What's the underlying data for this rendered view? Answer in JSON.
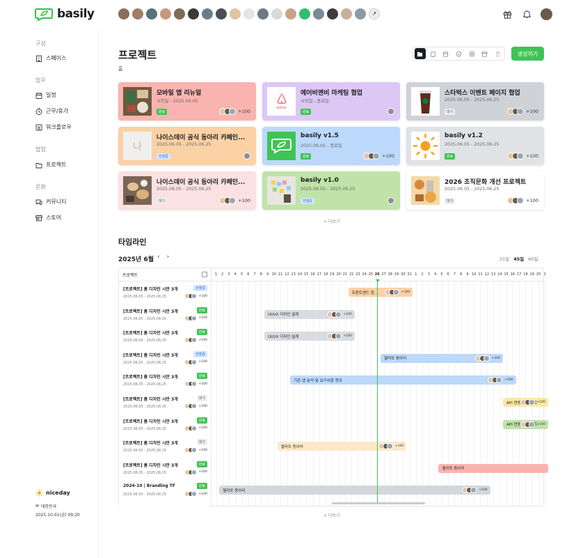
{
  "app": {
    "name": "basily",
    "brand_color": "#3ec455"
  },
  "header": {
    "avatar_colors": [
      "#8a6e5b",
      "#a07d6a",
      "#5b6f7d",
      "#c49a7e",
      "#7c6c5a",
      "#3a3a3a",
      "#6b7d8c",
      "#4a4f56",
      "#e0c5a5",
      "#e5e5e5",
      "#6c7a86",
      "#d9d9d9",
      "#c8a38a",
      "#2fbf71",
      "#7a8a96",
      "#3d3d3d",
      "#c8b09a",
      "#8b9aa6",
      "#eeeeee"
    ],
    "icons": [
      "gift-icon",
      "bell-icon",
      "user-avatar"
    ]
  },
  "sidebar": {
    "sections": [
      {
        "label": "구성",
        "items": [
          {
            "label": "스페이스",
            "icon": "building-icon"
          }
        ]
      },
      {
        "label": "업무",
        "items": [
          {
            "label": "일정",
            "icon": "calendar-icon"
          },
          {
            "label": "근무/휴가",
            "icon": "clock-icon"
          },
          {
            "label": "워크플로우",
            "icon": "workflow-icon"
          }
        ]
      },
      {
        "label": "협업",
        "items": [
          {
            "label": "프로젝트",
            "icon": "folder-icon"
          }
        ]
      },
      {
        "label": "문화",
        "items": [
          {
            "label": "커뮤니티",
            "icon": "chat-icon"
          },
          {
            "label": "스토어",
            "icon": "store-icon"
          }
        ]
      }
    ],
    "footer": {
      "workspace": "niceday",
      "country": "대한민국",
      "datetime": "2025.10.01(금) 09:20"
    }
  },
  "page": {
    "title": "프로젝트",
    "breadcrumb": "홈",
    "create_label": "생성하기",
    "more_label": "+ 더보기"
  },
  "cards": [
    {
      "title": "모바일 앱 리뉴얼",
      "date": "시작일 - 2025.06.05",
      "status": "완료",
      "count": "+100",
      "bg": "#f9b4b0",
      "thumb": "food"
    },
    {
      "title": "에어비앤비 마케팅 협업",
      "date": "시작일 - 종료일",
      "status": "완료",
      "count": "",
      "bg": "#dcc7f5",
      "thumb": "airbnb"
    },
    {
      "title": "스타벅스 이벤트 페이지 협업",
      "date": "2025.06.05 - 2025.06.25",
      "status": "대기",
      "count": "+100",
      "bg": "#cfd3d8",
      "thumb": "coffee"
    },
    {
      "title": "나이스데이 공식 동아리 카페인...",
      "date": "2025.06.05 - 2025.06.25",
      "status": "진행중",
      "count": "",
      "bg": "#fbd1a6",
      "thumb": "letter",
      "letter": "나"
    },
    {
      "title": "basily v1.5",
      "date": "2025.06.05 - 종료일",
      "status": "완료",
      "count": "+100",
      "bg": "#bcd9fb",
      "thumb": "logo"
    },
    {
      "title": "basily v1.2",
      "date": "2025.06.05 - 2025.06.25",
      "status": "완료",
      "count": "+100",
      "bg": "#e0e2e5",
      "thumb": "sun"
    },
    {
      "title": "나이스데이 공식 동아리 카페인...",
      "date": "2025.06.05 - 2025.06.25",
      "status": "대기",
      "count": "+100",
      "bg": "#fbe1e1",
      "thumb": "pastry"
    },
    {
      "title": "basily v1.0",
      "date": "2025.06.05 - 2025.06.25",
      "status": "진행중",
      "count": "",
      "bg": "#bfe3a8",
      "thumb": "notes"
    },
    {
      "title": "2026 조직문화 개선 프로젝트",
      "date": "2025.06.05 - 2025.06.25",
      "status": "대기",
      "count": "+100",
      "bg": "#ffffff",
      "thumb": "drinks"
    }
  ],
  "timeline": {
    "title": "타임라인",
    "month": "2025년 6월",
    "prev": "‹",
    "next": "›",
    "ranges": [
      "31일",
      "45일",
      "60일"
    ],
    "active_range": "45일",
    "column_header": "프로젝트",
    "days": [
      "1",
      "2",
      "3",
      "4",
      "5",
      "6",
      "7",
      "8",
      "9",
      "10",
      "11",
      "12",
      "13",
      "14",
      "15",
      "16",
      "17",
      "18",
      "19",
      "20",
      "21",
      "22",
      "23",
      "24",
      "25",
      "26",
      "27",
      "28",
      "29",
      "30",
      "31",
      "1",
      "2",
      "3",
      "4",
      "5",
      "6",
      "7",
      "8",
      "9",
      "10",
      "11",
      "12",
      "13",
      "14",
      "15",
      "16",
      "17",
      "18",
      "19",
      "20",
      "2"
    ],
    "today": "26",
    "rows": [
      {
        "name": "[프로젝트] 홈 디자인 시안 3개",
        "date": "2025.06.05 - 2025.06.25",
        "status": "진행중",
        "count": "+100"
      },
      {
        "name": "[프로젝트] 홈 디자인 시안 3개",
        "date": "2025.06.05 - 2025.06.25",
        "status": "완료",
        "count": "+100"
      },
      {
        "name": "[프로젝트] 홈 디자인 시안 3개",
        "date": "2025.06.05 - 2025.06.25",
        "status": "완료",
        "count": "+100"
      },
      {
        "name": "[프로젝트] 홈 디자인 시안 3개",
        "date": "2025.06.05 - 2025.06.25",
        "status": "진행중",
        "count": "+100"
      },
      {
        "name": "[프로젝트] 홈 디자인 시안 3개",
        "date": "2025.06.05 - 2025.06.25",
        "status": "완료",
        "count": "+100"
      },
      {
        "name": "[프로젝트] 홈 디자인 시안 3개",
        "date": "2025.06.05 - 2025.06.25",
        "status": "대기",
        "count": "+100"
      },
      {
        "name": "[프로젝트] 홈 디자인 시안 3개",
        "date": "2025.06.05 - 2025.06.25",
        "status": "완료",
        "count": "+100"
      },
      {
        "name": "[프로젝트] 홈 디자인 시안 3개",
        "date": "2025.06.05 - 2025.06.25",
        "status": "대기",
        "count": "+100"
      },
      {
        "name": "[프로젝트] 홈 디자인 시안 3개",
        "date": "2025.06.05 - 2025.06.25",
        "status": "완료",
        "count": "+100"
      },
      {
        "name": "2024-10 | Branding TF",
        "date": "2025.06.05 - 2025.06.25",
        "status": "완료",
        "count": "+100"
      }
    ],
    "bars": [
      {
        "label": "프론트엔드 컴...",
        "start": "22",
        "end": "31",
        "color": "#fbd1a6",
        "count": "+100"
      },
      {
        "label": "UI/UX 디자인 설계",
        "start": "9",
        "end": "22",
        "color": "#d8dbdf",
        "count": "+100"
      },
      {
        "label": "UI/UX 디자인 설계",
        "start": "9",
        "end": "22",
        "color": "#d8dbdf",
        "count": "+100"
      },
      {
        "label": "젤리또 동아리",
        "start": "27",
        "end": "14 (Jul)",
        "color": "#bcd9fb",
        "count": "+100"
      },
      {
        "label": "기존 앱 분석 및 요구사항 정의",
        "start": "13",
        "end": "16 (Jul)",
        "color": "#bcd9fb",
        "count": "+100"
      },
      {
        "label": "API 연동 및 테스트",
        "start": "15 (Jul)",
        "end": "21 (Jul)",
        "color": "#fde7a5",
        "count": "+100"
      },
      {
        "label": "API 연동 및 테스트",
        "start": "15 (Jul)",
        "end": "21 (Jul)",
        "color": "#bfe3a8",
        "count": "+100"
      },
      {
        "label": "젤리또 동아리",
        "start": "11",
        "end": "30",
        "color": "#fde9c8",
        "count": "+100"
      },
      {
        "label": "젤리또 동아리",
        "start": "5 (Jul)",
        "end": "21 (Jul)",
        "color": "#f9b4b0",
        "count": ""
      },
      {
        "label": "젤리또 동아리",
        "start": "2",
        "end": "12 (Jul)",
        "color": "#d3d6da",
        "count": "+100"
      }
    ]
  }
}
